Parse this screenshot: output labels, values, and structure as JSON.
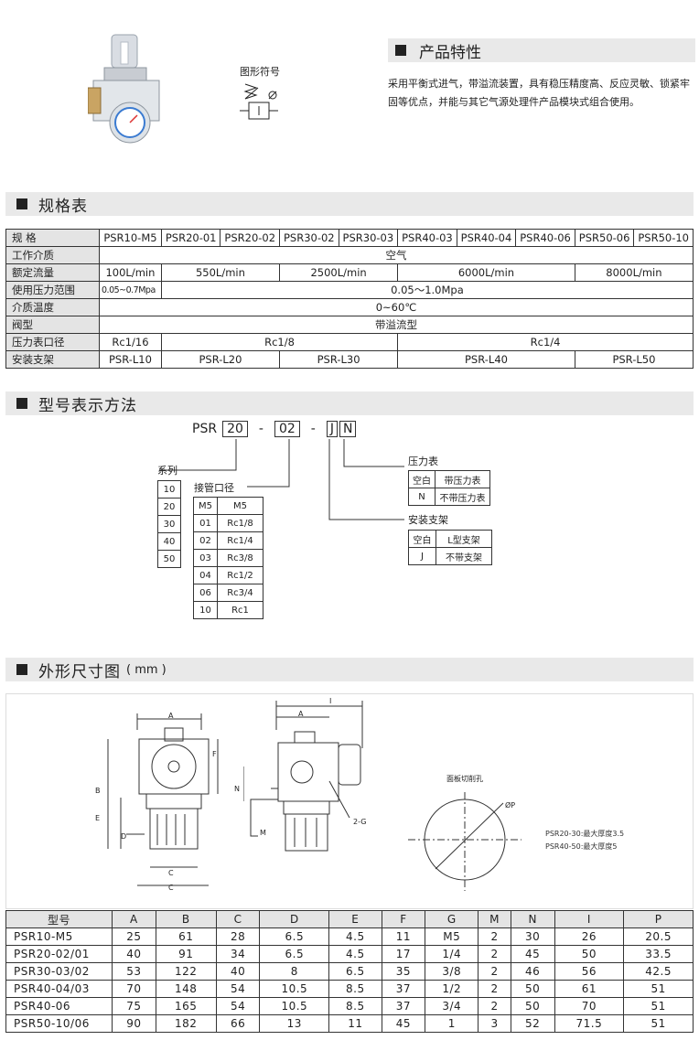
{
  "symbol_label": "图形符号",
  "features": {
    "title": "产品特性",
    "text": "采用平衡式进气，带溢流装置，具有稳压精度高、反应灵敏、锁紧牢固等优点，并能与其它气源处理件产品模块式组合使用。"
  },
  "spec": {
    "title": "规格表",
    "header_label": "规 格",
    "models": [
      "PSR10-M5",
      "PSR20-01",
      "PSR20-02",
      "PSR30-02",
      "PSR30-03",
      "PSR40-03",
      "PSR40-04",
      "PSR40-06",
      "PSR50-06",
      "PSR50-10"
    ],
    "medium_label": "工作介质",
    "medium": "空气",
    "flow_label": "额定流量",
    "flow": [
      "100L/min",
      "550L/min",
      "2500L/min",
      "6000L/min",
      "8000L/min"
    ],
    "pressure_label": "使用压力范围",
    "pressure": [
      "0.05~0.7Mpa",
      "0.05～1.0Mpa"
    ],
    "temp_label": "介质温度",
    "temp": "0~60℃",
    "valve_label": "阀型",
    "valve": "带溢流型",
    "gauge_label": "压力表口径",
    "gauge": [
      "Rc1/16",
      "Rc1/8",
      "Rc1/4"
    ],
    "bracket_label": "安装支架",
    "bracket": [
      "PSR-L10",
      "PSR-L20",
      "PSR-L30",
      "PSR-L40",
      "PSR-L50"
    ]
  },
  "model_code": {
    "title": "型号表示方法",
    "prefix": "PSR",
    "code_series": "20",
    "code_port": "02",
    "code_bracket": "J",
    "code_gauge": "N",
    "dash": "-",
    "series_label": "系列",
    "series": [
      "10",
      "20",
      "30",
      "40",
      "50"
    ],
    "port_label": "接管口径",
    "ports": [
      [
        "M5",
        "M5"
      ],
      [
        "01",
        "Rc1/8"
      ],
      [
        "02",
        "Rc1/4"
      ],
      [
        "03",
        "Rc3/8"
      ],
      [
        "04",
        "Rc1/2"
      ],
      [
        "06",
        "Rc3/4"
      ],
      [
        "10",
        "Rc1"
      ]
    ],
    "gauge_label": "压力表",
    "gauge_opts": [
      [
        "空白",
        "带压力表"
      ],
      [
        "N",
        "不带压力表"
      ]
    ],
    "bracket_label": "安装支架",
    "bracket_opts": [
      [
        "空白",
        "L型支架"
      ],
      [
        "J",
        "不带支架"
      ]
    ]
  },
  "dims": {
    "title": "外形尺寸图",
    "unit": "( mm )",
    "panel_label": "面板切削孔",
    "phi_label": "ØP",
    "note1": "PSR20-30:最大厚度3.5",
    "note2": "PSR40-50:最大厚度5",
    "letters": {
      "A": "A",
      "B": "B",
      "C": "C",
      "D": "D",
      "E": "E",
      "F": "F",
      "G": "2-G",
      "I": "I",
      "M": "M",
      "N": "N"
    },
    "columns": [
      "型号",
      "A",
      "B",
      "C",
      "D",
      "E",
      "F",
      "G",
      "M",
      "N",
      "I",
      "P"
    ],
    "rows": [
      [
        "PSR10-M5",
        "25",
        "61",
        "28",
        "6.5",
        "4.5",
        "11",
        "M5",
        "2",
        "30",
        "26",
        "20.5"
      ],
      [
        "PSR20-02/01",
        "40",
        "91",
        "34",
        "6.5",
        "4.5",
        "17",
        "1/4",
        "2",
        "45",
        "50",
        "33.5"
      ],
      [
        "PSR30-03/02",
        "53",
        "122",
        "40",
        "8",
        "6.5",
        "35",
        "3/8",
        "2",
        "46",
        "56",
        "42.5"
      ],
      [
        "PSR40-04/03",
        "70",
        "148",
        "54",
        "10.5",
        "8.5",
        "37",
        "1/2",
        "2",
        "50",
        "61",
        "51"
      ],
      [
        "PSR40-06",
        "75",
        "165",
        "54",
        "10.5",
        "8.5",
        "37",
        "3/4",
        "2",
        "50",
        "70",
        "51"
      ],
      [
        "PSR50-10/06",
        "90",
        "182",
        "66",
        "13",
        "11",
        "45",
        "1",
        "3",
        "52",
        "71.5",
        "51"
      ]
    ]
  }
}
